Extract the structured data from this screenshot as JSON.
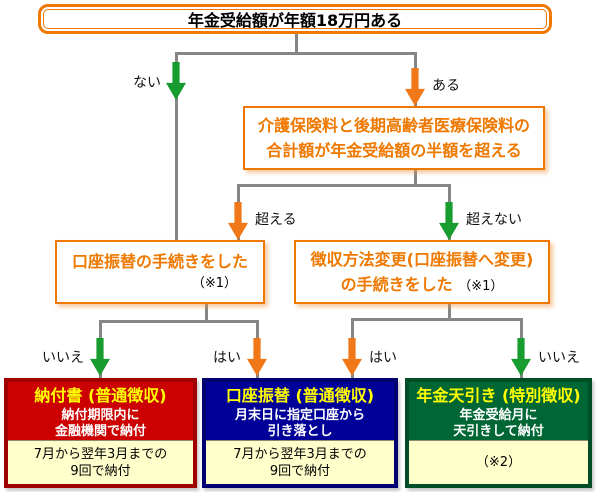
{
  "flowchart": {
    "q1": {
      "text": "年金受給額が年額18万円ある"
    },
    "q2": {
      "line1": "介護保険料と後期高齢者医療保険料の",
      "line2": "合計額が年金受給額の半額を超える"
    },
    "q3": {
      "text": "口座振替の手続きをした",
      "note": "（※1）"
    },
    "q4": {
      "line1": "徴収方法変更(口座振替へ変更)",
      "line2": "の手続きをした ",
      "note": "（※1）"
    },
    "branch_labels": {
      "q1_no": "ない",
      "q1_yes": "ある",
      "q2_exceeds": "超える",
      "q2_not_exceeds": "超えない",
      "q3_no": "いいえ",
      "q3_yes": "はい",
      "q4_yes": "はい",
      "q4_no": "いいえ"
    },
    "results": [
      {
        "title": "納付書 (普通徴収)",
        "body1": "納付期限内に",
        "body2": "金融機関で納付",
        "note1": "7月から翌年3月までの",
        "note2": "9回で納付",
        "bg": "#cc0000",
        "border": "#a00000"
      },
      {
        "title": "口座振替 (普通徴収)",
        "body1": "月末日に指定口座から",
        "body2": "引き落とし",
        "note1": "7月から翌年3月までの",
        "note2": "9回で納付",
        "bg": "#000099",
        "border": "#000070"
      },
      {
        "title": "年金天引き (特別徴収)",
        "body1": "年金受給月に",
        "body2": "天引きして納付",
        "note1": "（※2）",
        "note2": "",
        "bg": "#006633",
        "border": "#004d26"
      }
    ],
    "colors": {
      "orange": "#ee7800",
      "orange_arrow": "#f07818",
      "green_arrow": "#189c30",
      "line_gray": "#868686",
      "panel_yellow": "#ffffcc",
      "title_yellow": "#ffff00",
      "body_white": "#ffffff",
      "text_black": "#000000"
    }
  }
}
